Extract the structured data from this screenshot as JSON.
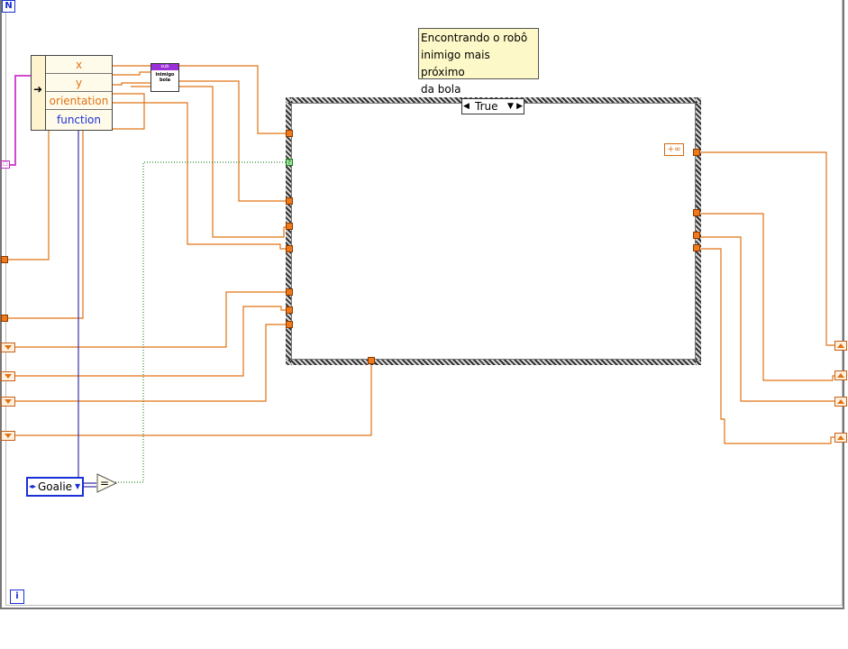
{
  "diagram": {
    "loop_iteration_label": "N",
    "loop_index_label": "i",
    "comment_text": "Encontrando o robô\ninimigo mais próximo\nda bola",
    "unbundle_fields": [
      "x",
      "y",
      "orientation",
      "function"
    ],
    "subvi_header": "sub",
    "subvi_label": "inimigo bola",
    "case_selector_value": "True",
    "enum_constant_value": "Goalie",
    "infinity_constant": "+∞",
    "equal_symbol": "="
  },
  "colors": {
    "numeric_wire": "#e07314",
    "enum_wire": "#3a2fa8",
    "boolean_wire": "#2a8a2a",
    "cluster_wire": "#d24ad2",
    "comment_bg": "#fdf8c7"
  }
}
